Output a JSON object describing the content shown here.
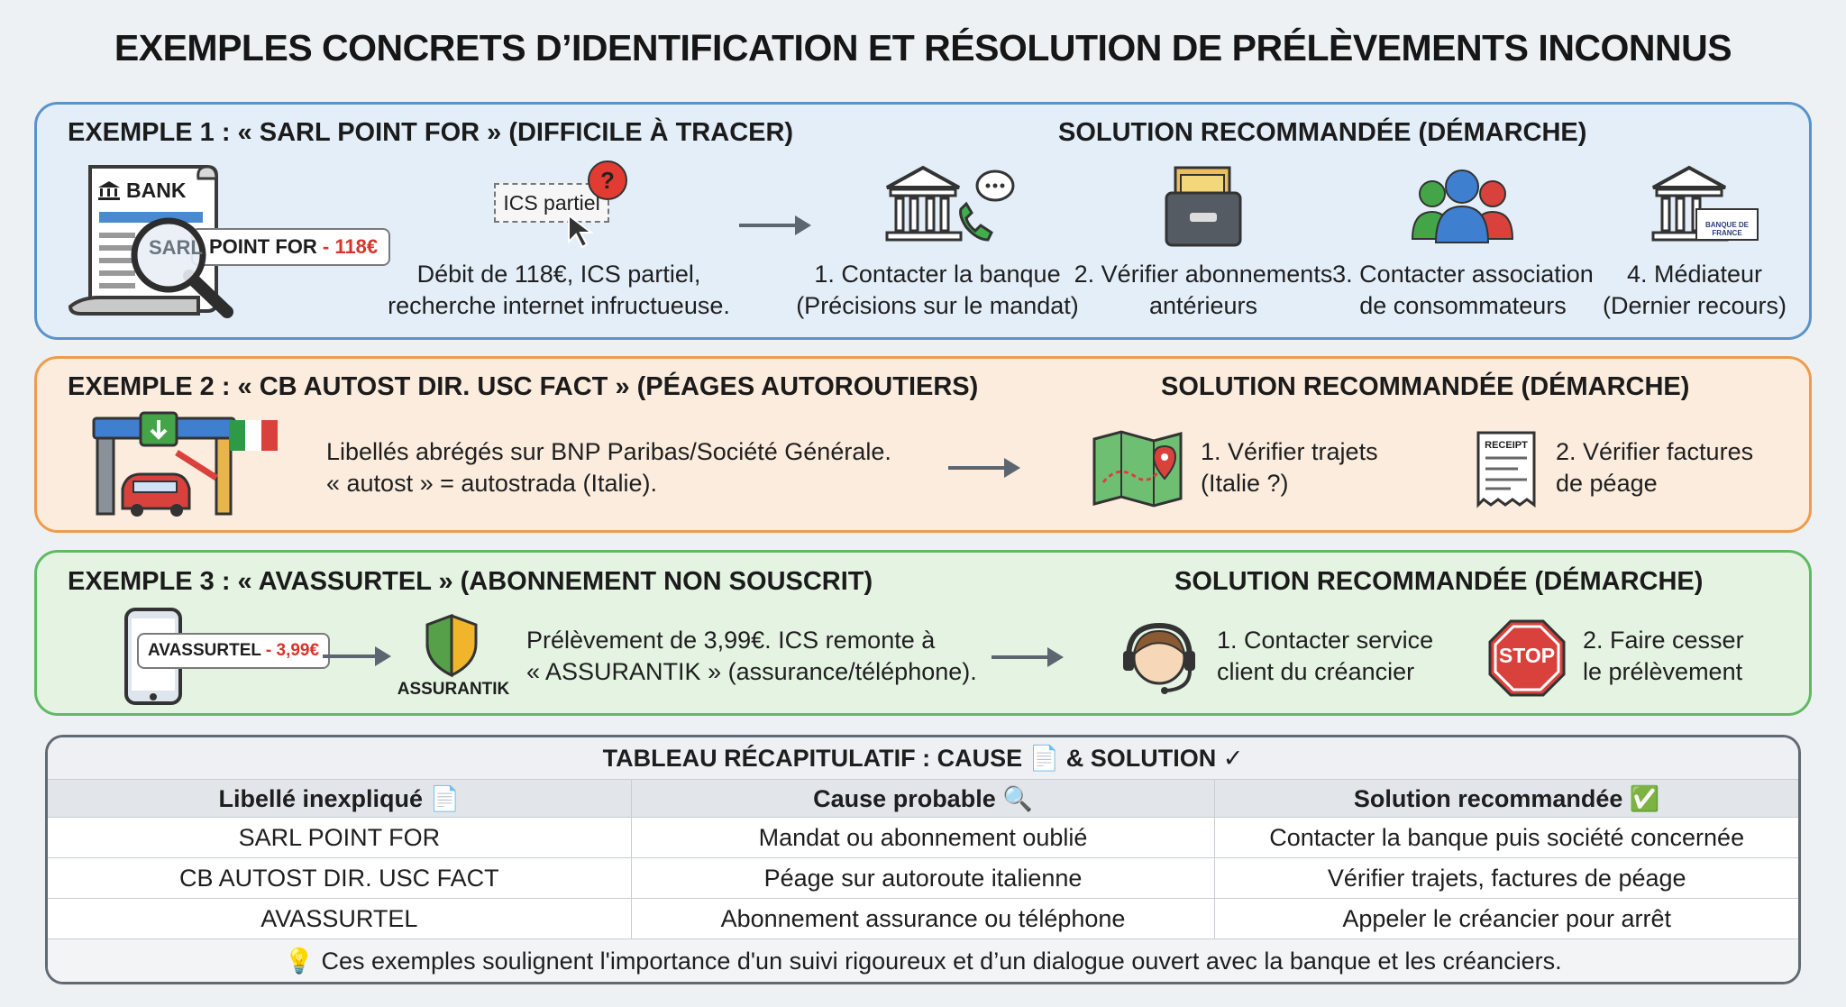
{
  "title": "EXEMPLES CONCRETS D’IDENTIFICATION ET RÉSOLUTION DE PRÉLÈVEMENTS INCONNUS",
  "example1": {
    "header": "EXEMPLE 1 : « SARL POINT FOR » (DIFFICILE À TRACER)",
    "bank_label": "BANK",
    "tag_sarl": "SARL",
    "tag_point": "POINT FOR",
    "tag_amount": " - 118€",
    "ics_label": "ICS partiel",
    "desc_line1": "Débit de 118€, ICS partiel,",
    "desc_line2": "recherche internet infructueuse.",
    "solution_header": "SOLUTION RECOMMANDÉE (DÉMARCHE)",
    "steps": [
      {
        "line1": "1. Contacter la banque",
        "line2": "(Précisions sur le mandat)"
      },
      {
        "line1": "2. Vérifier abonnements",
        "line2": "antérieurs"
      },
      {
        "line1": "3. Contacter association",
        "line2": "de consommateurs"
      },
      {
        "line1": "4. Médiateur",
        "line2": "(Dernier recours)"
      }
    ],
    "bdf_label": "BANQUE DE FRANCE"
  },
  "example2": {
    "header": "EXEMPLE 2 : « CB AUTOST DIR. USC FACT » (PÉAGES AUTOROUTIERS)",
    "desc_line1": "Libellés abrégés sur BNP Paribas/Société Générale.",
    "desc_line2": "« autost » = autostrada (Italie).",
    "solution_header": "SOLUTION RECOMMANDÉE (DÉMARCHE)",
    "steps": [
      {
        "line1": "1. Vérifier trajets",
        "line2": "(Italie ?)"
      },
      {
        "line1": "2. Vérifier factures",
        "line2": "de péage"
      }
    ],
    "receipt_label": "RECEIPT"
  },
  "example3": {
    "header": "EXEMPLE 3 : « AVASSURTEL » (ABONNEMENT NON SOUSCRIT)",
    "phone_tag": "AVASSURTEL",
    "phone_amount": " - 3,99€",
    "shield_label": "ASSURANTIK",
    "desc_line1": "Prélèvement de 3,99€. ICS remonte à",
    "desc_line2": "« ASSURANTIK » (assurance/téléphone).",
    "solution_header": "SOLUTION RECOMMANDÉE (DÉMARCHE)",
    "steps": [
      {
        "line1": "1. Contacter service",
        "line2": "client du créancier"
      },
      {
        "line1": "2. Faire cesser",
        "line2": "le prélèvement"
      }
    ],
    "stop_label": "STOP"
  },
  "table": {
    "title": "TABLEAU RÉCAPITULATIF : CAUSE 📄 & SOLUTION ✓",
    "headers": [
      "Libellé inexpliqué 📄",
      "Cause probable 🔍",
      "Solution recommandée ✅"
    ],
    "rows": [
      [
        "SARL POINT FOR",
        "Mandat ou abonnement oublié",
        "Contacter la banque puis société concernée"
      ],
      [
        "CB AUTOST DIR. USC FACT",
        "Péage sur autoroute italienne",
        "Vérifier trajets, factures de péage"
      ],
      [
        "AVASSURTEL",
        "Abonnement assurance ou téléphone",
        "Appeler le créancier pour arrêt"
      ]
    ],
    "footer": "💡 Ces exemples soulignent l'importance d'un suivi rigoureux et d’un dialogue ouvert avec la banque et les créanciers."
  },
  "colors": {
    "ex1_border": "#5b93c9",
    "ex2_border": "#ee9c4b",
    "ex3_border": "#62b964",
    "accent_red": "#d8342b"
  }
}
